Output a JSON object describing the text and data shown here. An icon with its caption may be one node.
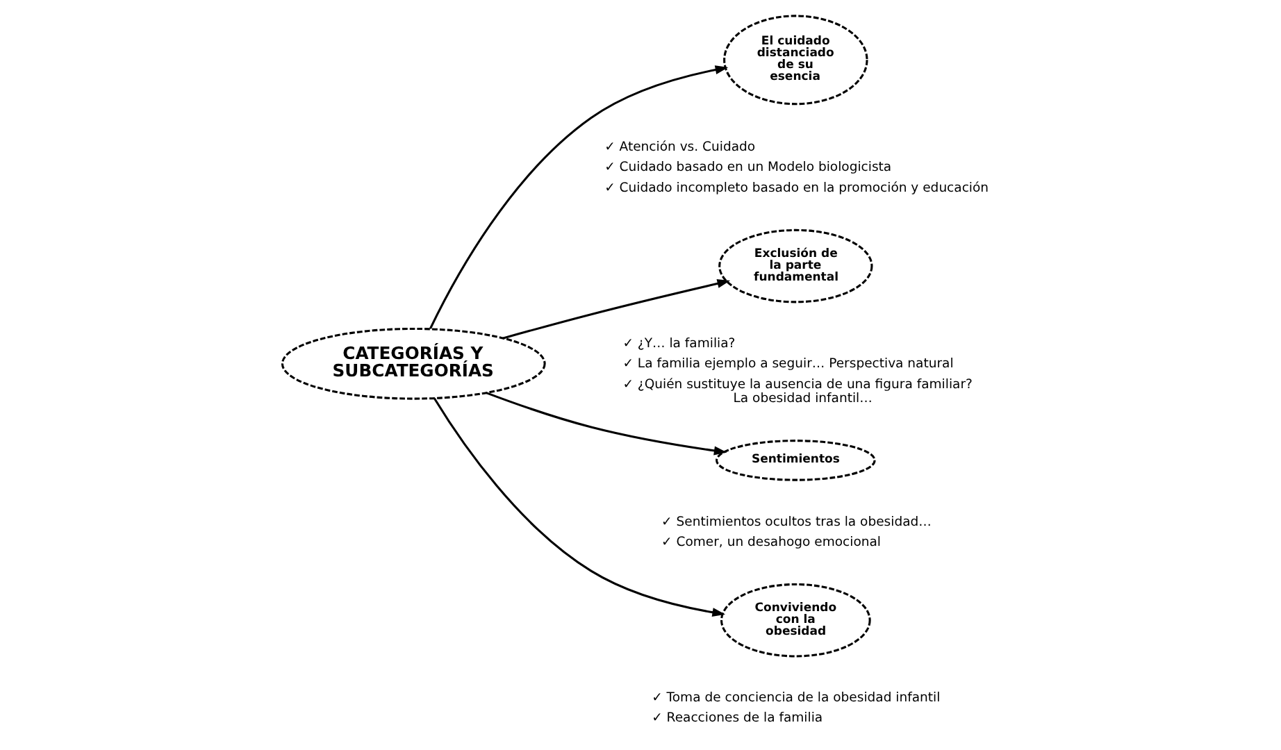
{
  "diagram": {
    "nodes": [
      {
        "text": [
          "CATEGORÍAS Y SUBCATEGORÍAS"
        ]
      },
      {
        "text": [
          "El cuidado distanciado de su esencia"
        ],
        "beside": [
          "✓ Atención vs. Cuidado",
          "✓ Cuidado basado en un Modelo biologicista",
          "✓ Cuidado incompleto basado en la promoción y educación"
        ]
      },
      {
        "text": [
          "Exclusión de la parte fundamental"
        ],
        "beside": [
          "✓ ¿Y… la familia?",
          "✓ La familia ejemplo a seguir… Perspectiva natural",
          "✓ ¿Quién sustituye la ausencia de una figura familiar? La obesidad infantil…"
        ]
      },
      {
        "text": [
          "Sentimientos"
        ],
        "beside": [
          "✓ Sentimientos ocultos tras la obesidad…",
          "✓ Comer, un desahogo emocional"
        ]
      },
      {
        "text": [
          "Conviviendo con la obesidad"
        ],
        "beside": [
          "✓ Toma de conciencia de la obesidad infantil",
          "✓ Reacciones de la familia"
        ]
      }
    ],
    "edges": [
      {
        "from": 0,
        "to": 1,
        "arrow": "to"
      },
      {
        "from": 0,
        "to": 2,
        "arrow": "to"
      },
      {
        "from": 0,
        "to": 3,
        "arrow": "to"
      },
      {
        "from": 0,
        "to": 4,
        "arrow": "to"
      }
    ]
  }
}
